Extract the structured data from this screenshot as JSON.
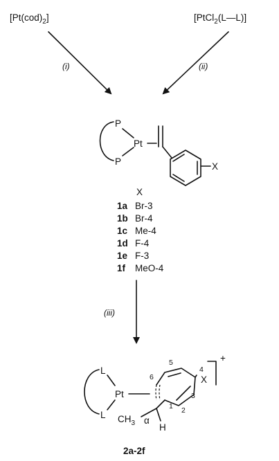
{
  "reagents": {
    "left_prefix": "[Pt(cod)",
    "left_sub": "2",
    "left_suffix": "]",
    "right_prefix": "[PtCl",
    "right_sub": "2",
    "right_suffix": "(L—L)]"
  },
  "steps": {
    "i": "(i)",
    "ii": "(ii)",
    "iii": "(iii)"
  },
  "complex1": {
    "p_top": "P",
    "p_bottom": "P",
    "metal": "Pt",
    "substituent": "X",
    "x_header": "X"
  },
  "compounds": [
    {
      "id": "1a",
      "x": "Br-3"
    },
    {
      "id": "1b",
      "x": "Br-4"
    },
    {
      "id": "1c",
      "x": "Me-4"
    },
    {
      "id": "1d",
      "x": "F-4"
    },
    {
      "id": "1e",
      "x": "F-3"
    },
    {
      "id": "1f",
      "x": "MeO-4"
    }
  ],
  "complex2": {
    "l_top": "L",
    "l_bottom": "L",
    "metal": "Pt",
    "substituent": "X",
    "charge": "+",
    "methyl": "CH",
    "methyl_sub": "3",
    "alpha": "α",
    "hydrogen": "H",
    "ring_numbers": [
      "1",
      "2",
      "3",
      "4",
      "5",
      "6"
    ],
    "label": "2a-2f"
  }
}
